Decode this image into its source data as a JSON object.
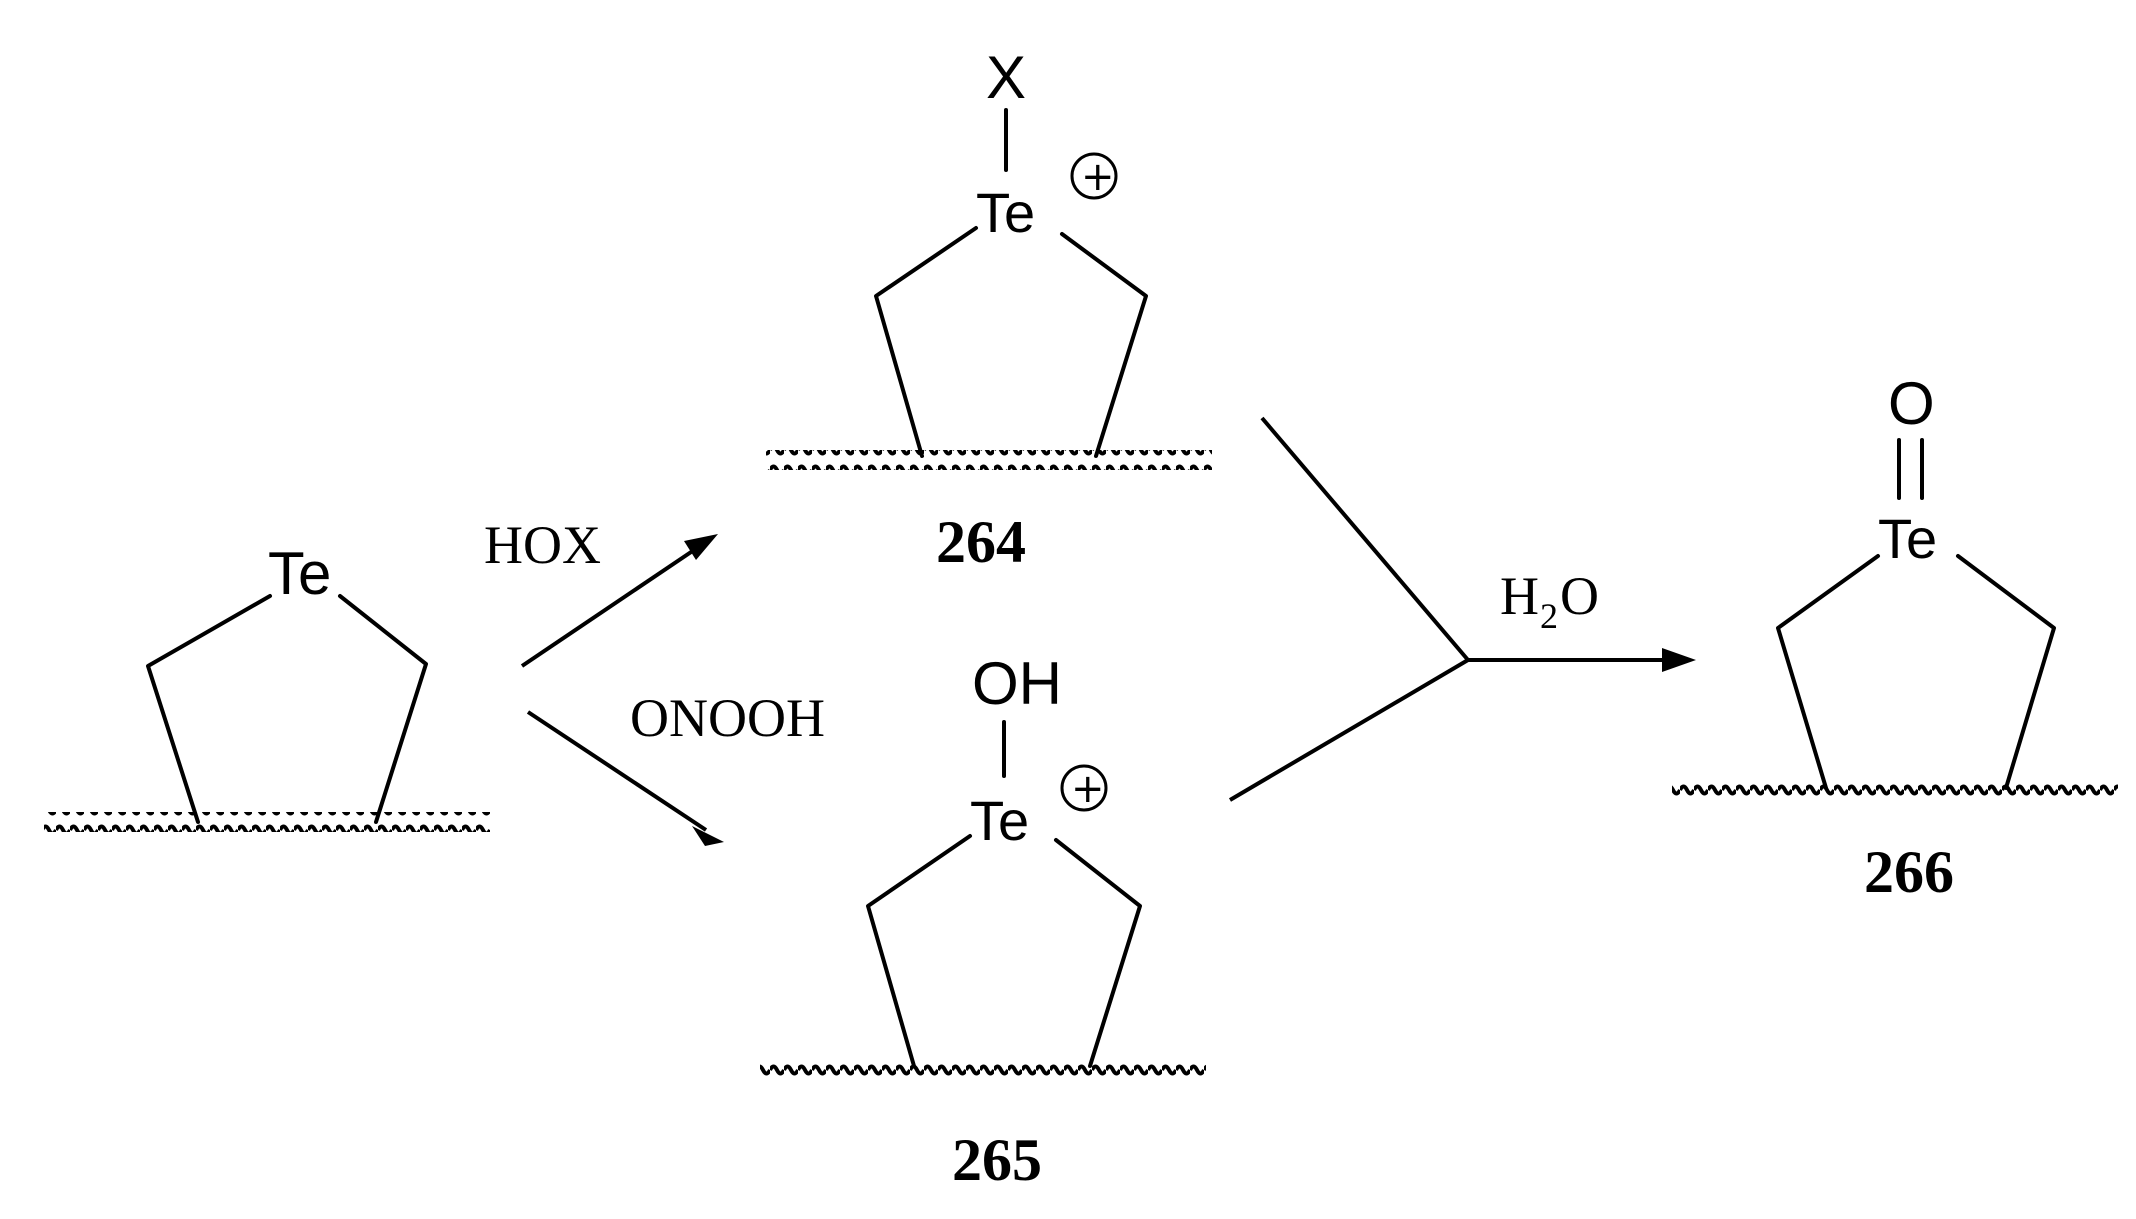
{
  "atoms": {
    "te": "Te",
    "x": "X",
    "oh": "OH",
    "o": "O"
  },
  "reagents": {
    "hox": "HOX",
    "onooh": "ONOOH",
    "water_h": "H",
    "water_sub": "2",
    "water_o": "O"
  },
  "compounds": {
    "c264": "264",
    "c265": "265",
    "c266": "266"
  },
  "charge": "+",
  "colors": {
    "ink": "#000000",
    "background": "#ffffff"
  }
}
